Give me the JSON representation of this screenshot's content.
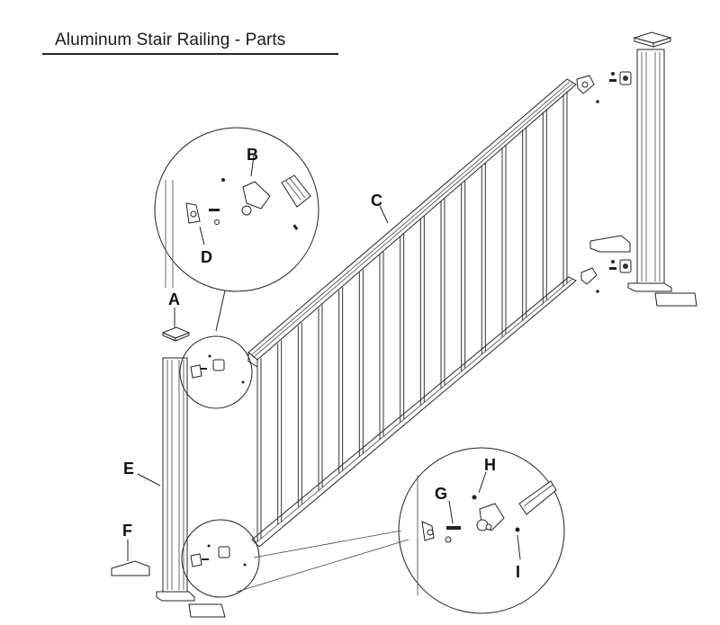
{
  "title": "Aluminum Stair Railing - Parts",
  "colors": {
    "line": "#222222",
    "background": "#ffffff"
  },
  "parts": [
    {
      "id": "A",
      "label": "A",
      "description": "post-cap"
    },
    {
      "id": "B",
      "label": "B",
      "description": "rail-bracket"
    },
    {
      "id": "C",
      "label": "C",
      "description": "top-rail-section"
    },
    {
      "id": "D",
      "label": "D",
      "description": "post-mount-plate"
    },
    {
      "id": "E",
      "label": "E",
      "description": "post"
    },
    {
      "id": "F",
      "label": "F",
      "description": "base-skirt"
    },
    {
      "id": "G",
      "label": "G",
      "description": "screw"
    },
    {
      "id": "H",
      "label": "H",
      "description": "set-screw"
    },
    {
      "id": "I",
      "label": "I",
      "description": "set-screw"
    }
  ],
  "baluster_count": 16
}
